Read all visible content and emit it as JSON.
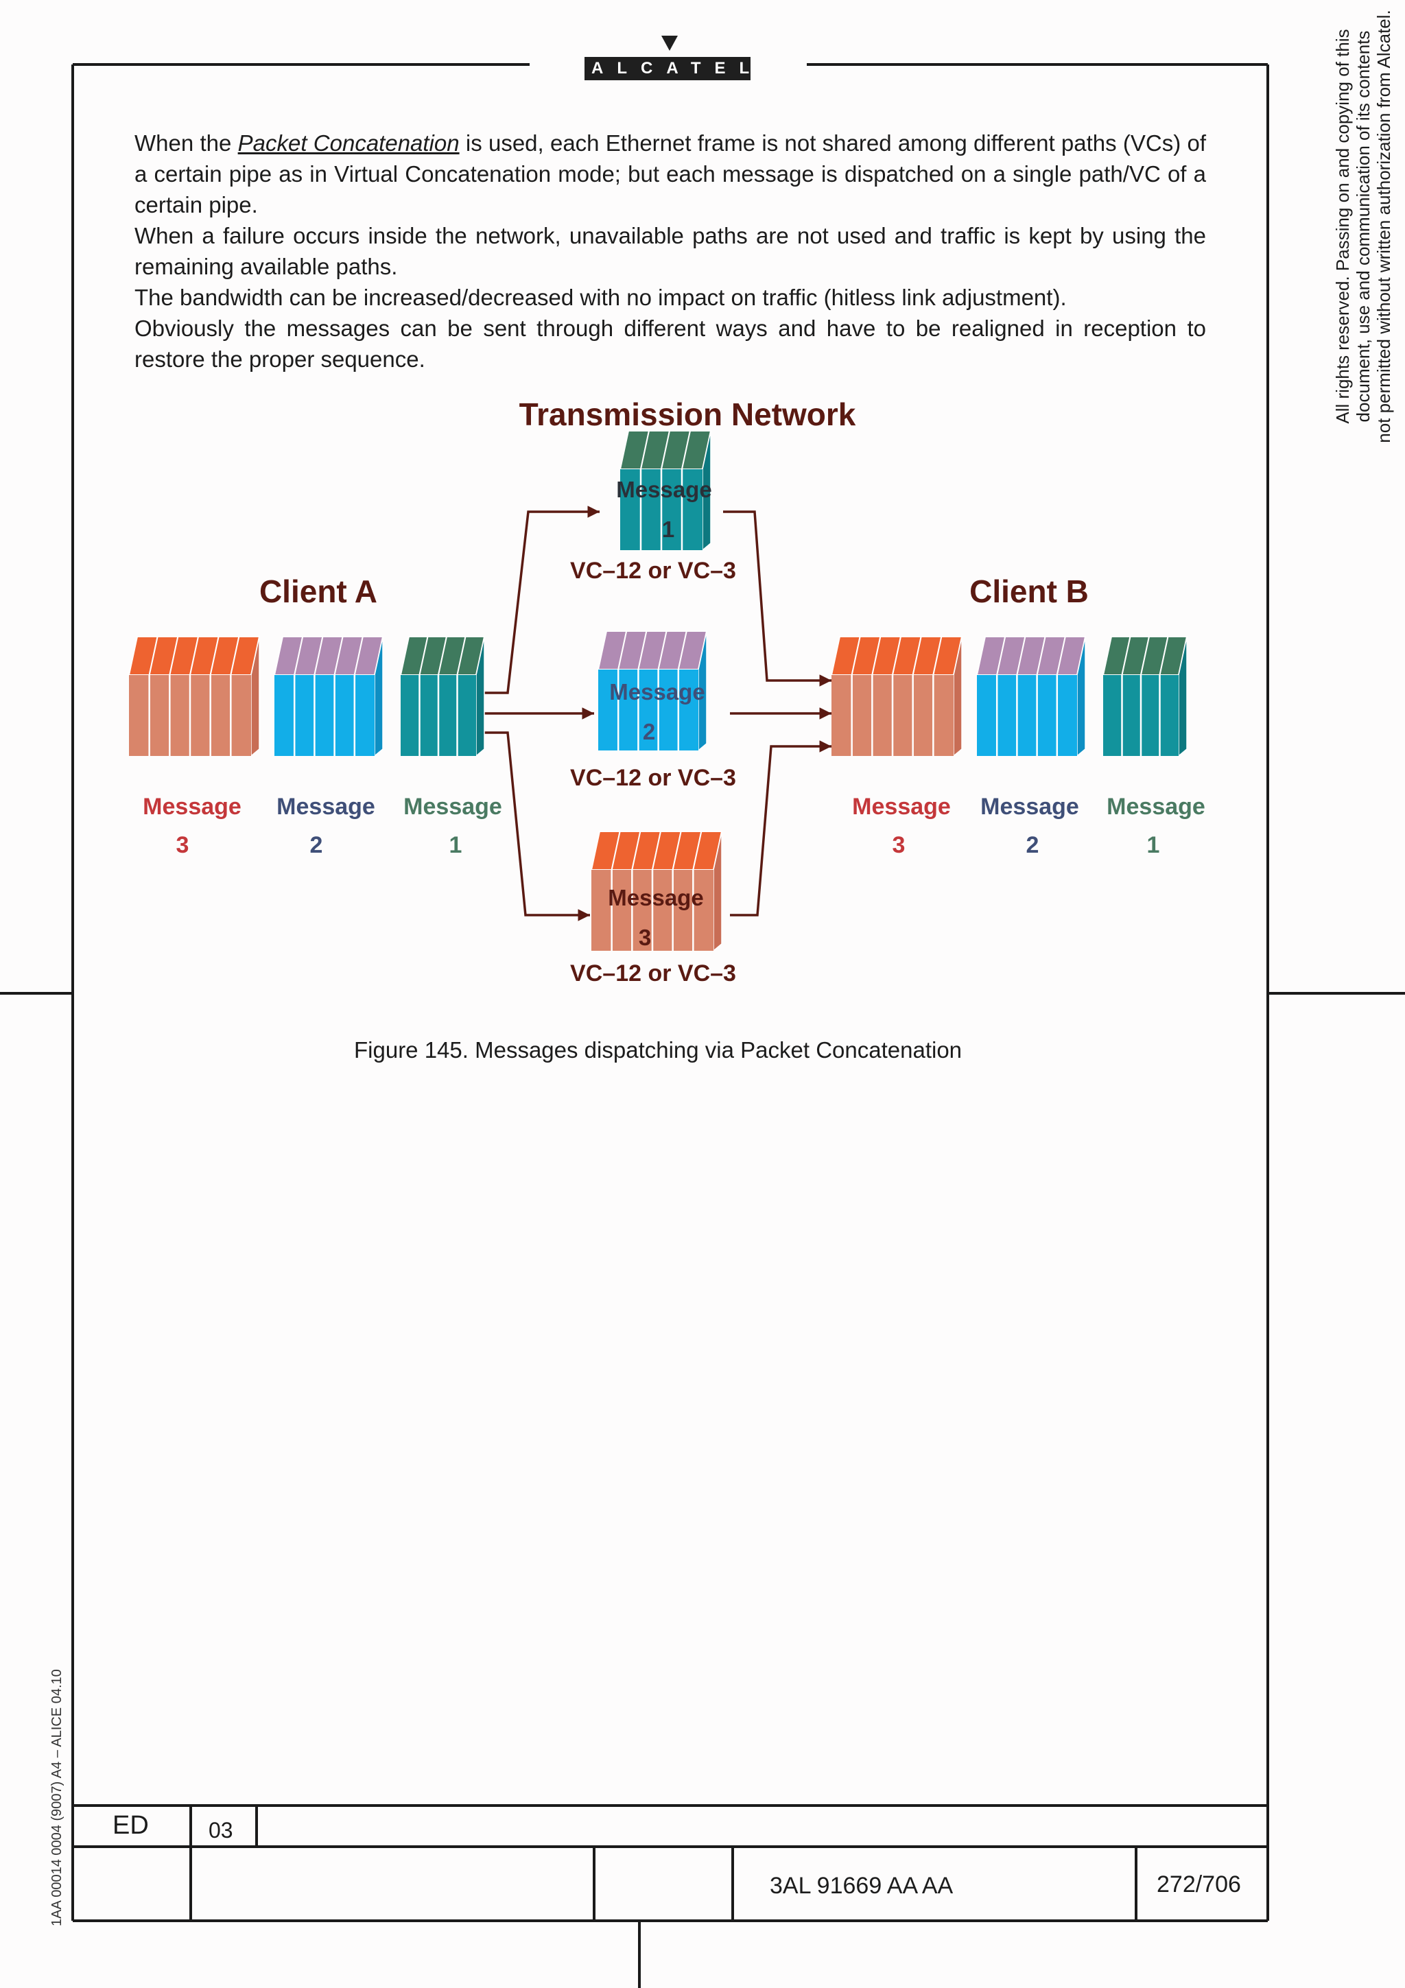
{
  "header": {
    "logo_text": "ALCATEL"
  },
  "body": {
    "p1_before": "When the ",
    "p1_term": "Packet Concatenation",
    "p1_after": " is used, each Ethernet frame is not shared among different paths (VCs) of a certain pipe as in Virtual Concatenation mode; but each message is dispatched on a single path/VC of a certain pipe.",
    "p2": "When a failure occurs inside the network, unavailable paths are not used and traffic is kept by using the remaining available paths.",
    "p3": "The bandwidth can be increased/decreased with no impact on traffic (hitless link adjustment).",
    "p4": "Obviously the messages can be sent through different ways and have to be realigned in reception to restore the proper sequence."
  },
  "figure": {
    "network_title": "Transmission Network",
    "client_a": "Client A",
    "client_b": "Client B",
    "message_word": "Message",
    "numbers": {
      "one": "1",
      "two": "2",
      "three": "3"
    },
    "vc_label": "VC–12 or VC–3",
    "caption": "Figure 145. Messages dispatching via Packet Concatenation",
    "colors": {
      "label_dark": "#5a1a12",
      "msg3_label": "#c4373a",
      "msg2_label": "#3f4f78",
      "msg1_label": "#4a7a62",
      "orange_top": "#ee6330",
      "orange_face": "#d9856a",
      "purple_top": "#b08bb3",
      "blue_face": "#12aee8",
      "green_top": "#3f7a5e",
      "teal_face": "#12939c",
      "arrow": "#5a1a12"
    }
  },
  "side_note": {
    "line1": "All rights reserved. Passing on and copying of this",
    "line2": "document, use and communication of its contents",
    "line3": "not permitted without written authorization from Alcatel."
  },
  "side_code": "1AA 00014 0004 (9007) A4 – ALICE 04.10",
  "footer": {
    "ed_label": "ED",
    "ed_value": "03",
    "doc_number": "3AL 91669 AA  AA",
    "page": "272/706"
  }
}
